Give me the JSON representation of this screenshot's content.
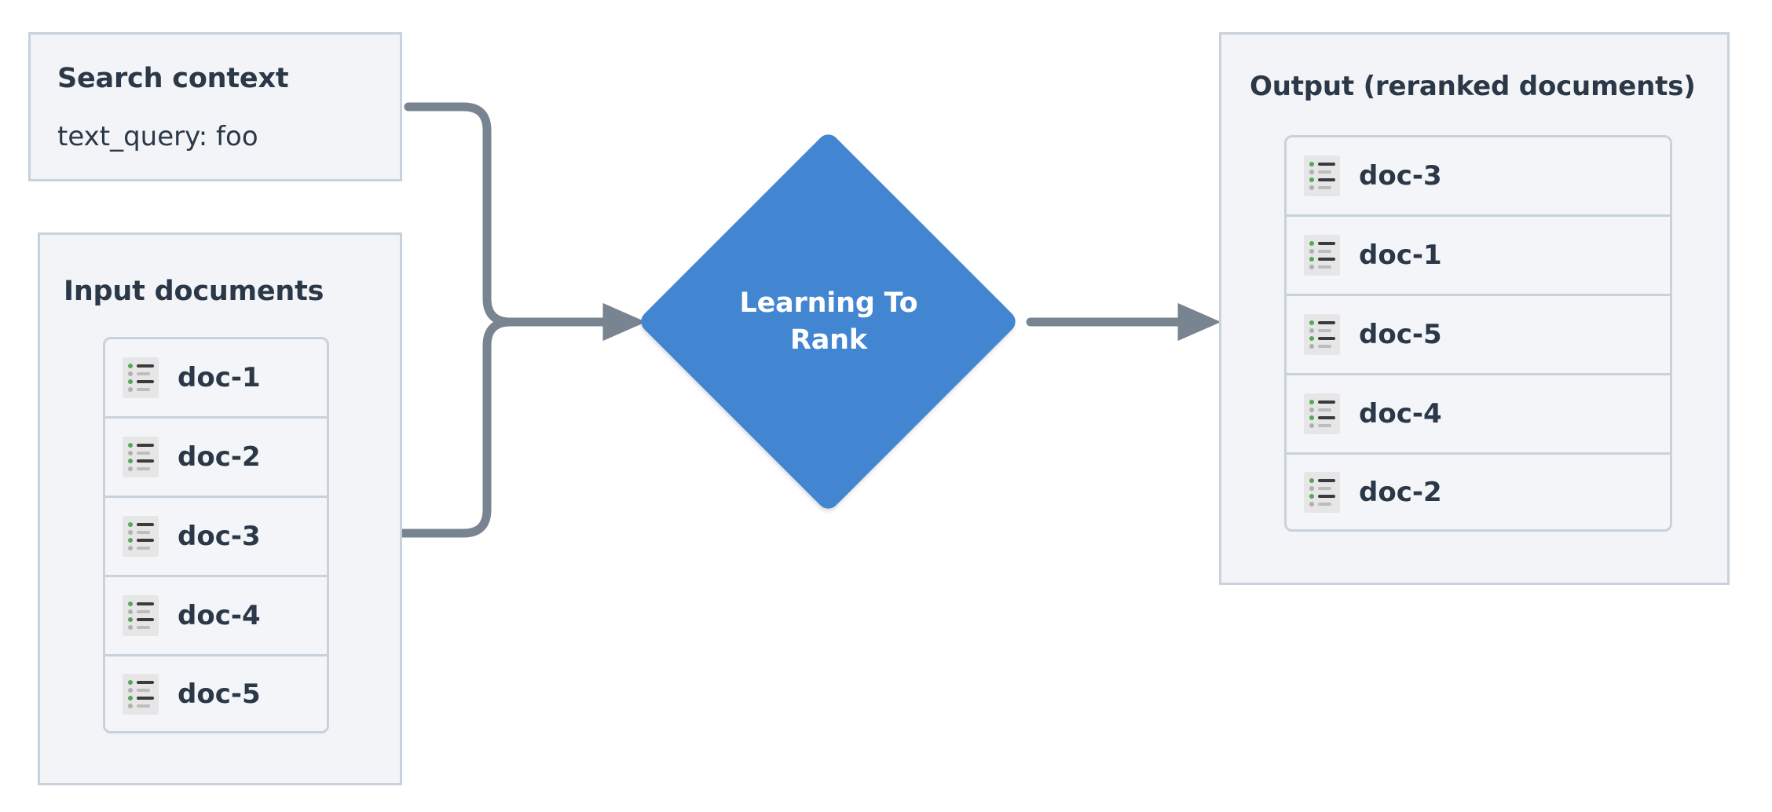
{
  "diagram": {
    "title": "Learning To Rank reranking flow",
    "colors": {
      "panel_fill": "#f2f4f7",
      "panel_border": "#c7d2dc",
      "text": "#2b3847",
      "node_blue": "#4285d0",
      "node_text": "#ffffff",
      "connector": "#78848f",
      "icon_bg": "#e6e6e6",
      "icon_accent_green": "#5aa55a",
      "icon_line_dark": "#3b3b3b",
      "icon_line_light": "#bdbdbd"
    }
  },
  "search_context": {
    "title": "Search context",
    "query_line": "text_query: foo"
  },
  "input_documents": {
    "title": "Input documents",
    "docs": [
      {
        "label": "doc-1",
        "icon": "document-list-icon"
      },
      {
        "label": "doc-2",
        "icon": "document-list-icon"
      },
      {
        "label": "doc-3",
        "icon": "document-list-icon"
      },
      {
        "label": "doc-4",
        "icon": "document-list-icon"
      },
      {
        "label": "doc-5",
        "icon": "document-list-icon"
      }
    ]
  },
  "process_node": {
    "shape": "diamond",
    "label_line1": "Learning To",
    "label_line2": "Rank"
  },
  "output_documents": {
    "title": "Output (reranked documents)",
    "docs": [
      {
        "label": "doc-3",
        "icon": "document-list-icon"
      },
      {
        "label": "doc-1",
        "icon": "document-list-icon"
      },
      {
        "label": "doc-5",
        "icon": "document-list-icon"
      },
      {
        "label": "doc-4",
        "icon": "document-list-icon"
      },
      {
        "label": "doc-2",
        "icon": "document-list-icon"
      }
    ]
  },
  "connectors": [
    {
      "name": "search-context-to-ltr",
      "from": "search_context",
      "to": "process_node",
      "style": "elbow-arrow"
    },
    {
      "name": "input-documents-to-ltr",
      "from": "input_documents",
      "to": "process_node",
      "style": "elbow-arrow"
    },
    {
      "name": "ltr-to-output",
      "from": "process_node",
      "to": "output_documents",
      "style": "straight-arrow"
    }
  ]
}
